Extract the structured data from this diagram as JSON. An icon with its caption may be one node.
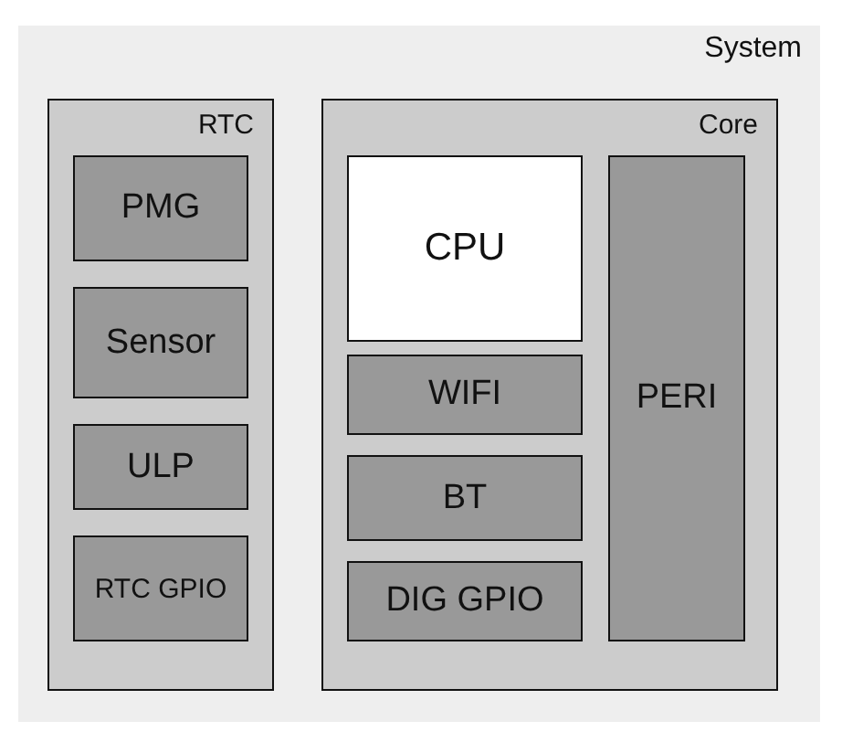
{
  "diagram": {
    "nodes": [
      {
        "text": [
          "System"
        ]
      },
      {
        "text": [
          "RTC"
        ],
        "in": 0
      },
      {
        "text": [
          "PMG"
        ],
        "in": 1
      },
      {
        "text": [
          "Sensor"
        ],
        "in": 1
      },
      {
        "text": [
          "ULP"
        ],
        "in": 1
      },
      {
        "text": [
          "RTC GPIO"
        ],
        "in": 1
      },
      {
        "text": [
          "Core"
        ],
        "in": 0
      },
      {
        "text": [
          "CPU"
        ],
        "in": 6
      },
      {
        "text": [
          "WIFI"
        ],
        "in": 6
      },
      {
        "text": [
          "BT"
        ],
        "in": 6
      },
      {
        "text": [
          "DIG GPIO"
        ],
        "in": 6
      },
      {
        "text": [
          "PERI"
        ],
        "in": 6
      }
    ]
  }
}
